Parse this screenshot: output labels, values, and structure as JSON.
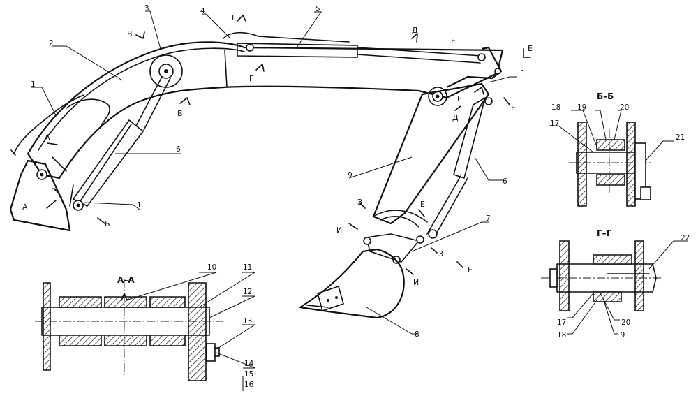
{
  "section_titles": {
    "aa": "А–А",
    "bb": "Б–Б",
    "gg": "Г–Г"
  },
  "part_numbers": {
    "p1a": "1",
    "p1b": "1",
    "p1c": "1",
    "p2": "2",
    "p3": "3",
    "p4": "4",
    "p5": "5",
    "p6a": "6",
    "p6b": "6",
    "p7": "7",
    "p8": "8",
    "p9": "9",
    "p10": "10",
    "p11": "11",
    "p12": "12",
    "p13": "13",
    "p14": "14",
    "p15": "15",
    "p16": "16",
    "p17a": "17",
    "p18a": "18",
    "p19a": "19",
    "p20a": "20",
    "p21": "21",
    "p22": "22",
    "p17b": "17",
    "p18b": "18",
    "p19b": "19",
    "p20b": "20"
  },
  "section_marks": {
    "a1": "А",
    "a2": "А",
    "b1": "Б",
    "b2": "Б",
    "v1": "В",
    "v2": "В",
    "g1": "Г",
    "g2": "Г",
    "d1": "Д",
    "d2": "Д",
    "e1": "Е",
    "e2": "Е",
    "e3": "Е",
    "e4": "Е",
    "e5": "Е",
    "e6": "Е",
    "z1": "З",
    "z2": "З",
    "i1": "И",
    "i2": "И"
  }
}
